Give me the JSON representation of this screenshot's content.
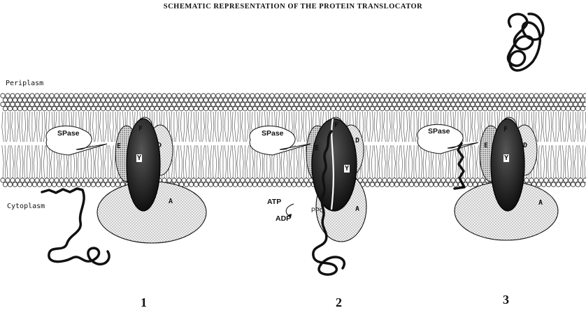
{
  "title": "SCHEMATIC   REPRESENTATION OF THE PROTEIN TRANSLOCATOR",
  "regions": {
    "periplasm": "Periplasm",
    "cytoplasm": "Cytoplasm"
  },
  "states": [
    {
      "number": "1",
      "spase": "SPase",
      "subunits": {
        "e": "E",
        "f": "F",
        "d": "D",
        "y": "Y",
        "a": "A"
      }
    },
    {
      "number": "2",
      "spase": "SPase",
      "subunits": {
        "e": "E",
        "f": "F",
        "d": "D",
        "y": "Y",
        "a": "A"
      },
      "atp": "ATP",
      "adp": "ADP",
      "ppo": "PPO"
    },
    {
      "number": "3",
      "spase": "SPase",
      "subunits": {
        "e": "E",
        "f": "F",
        "d": "D",
        "y": "Y",
        "a": "A"
      }
    }
  ]
}
